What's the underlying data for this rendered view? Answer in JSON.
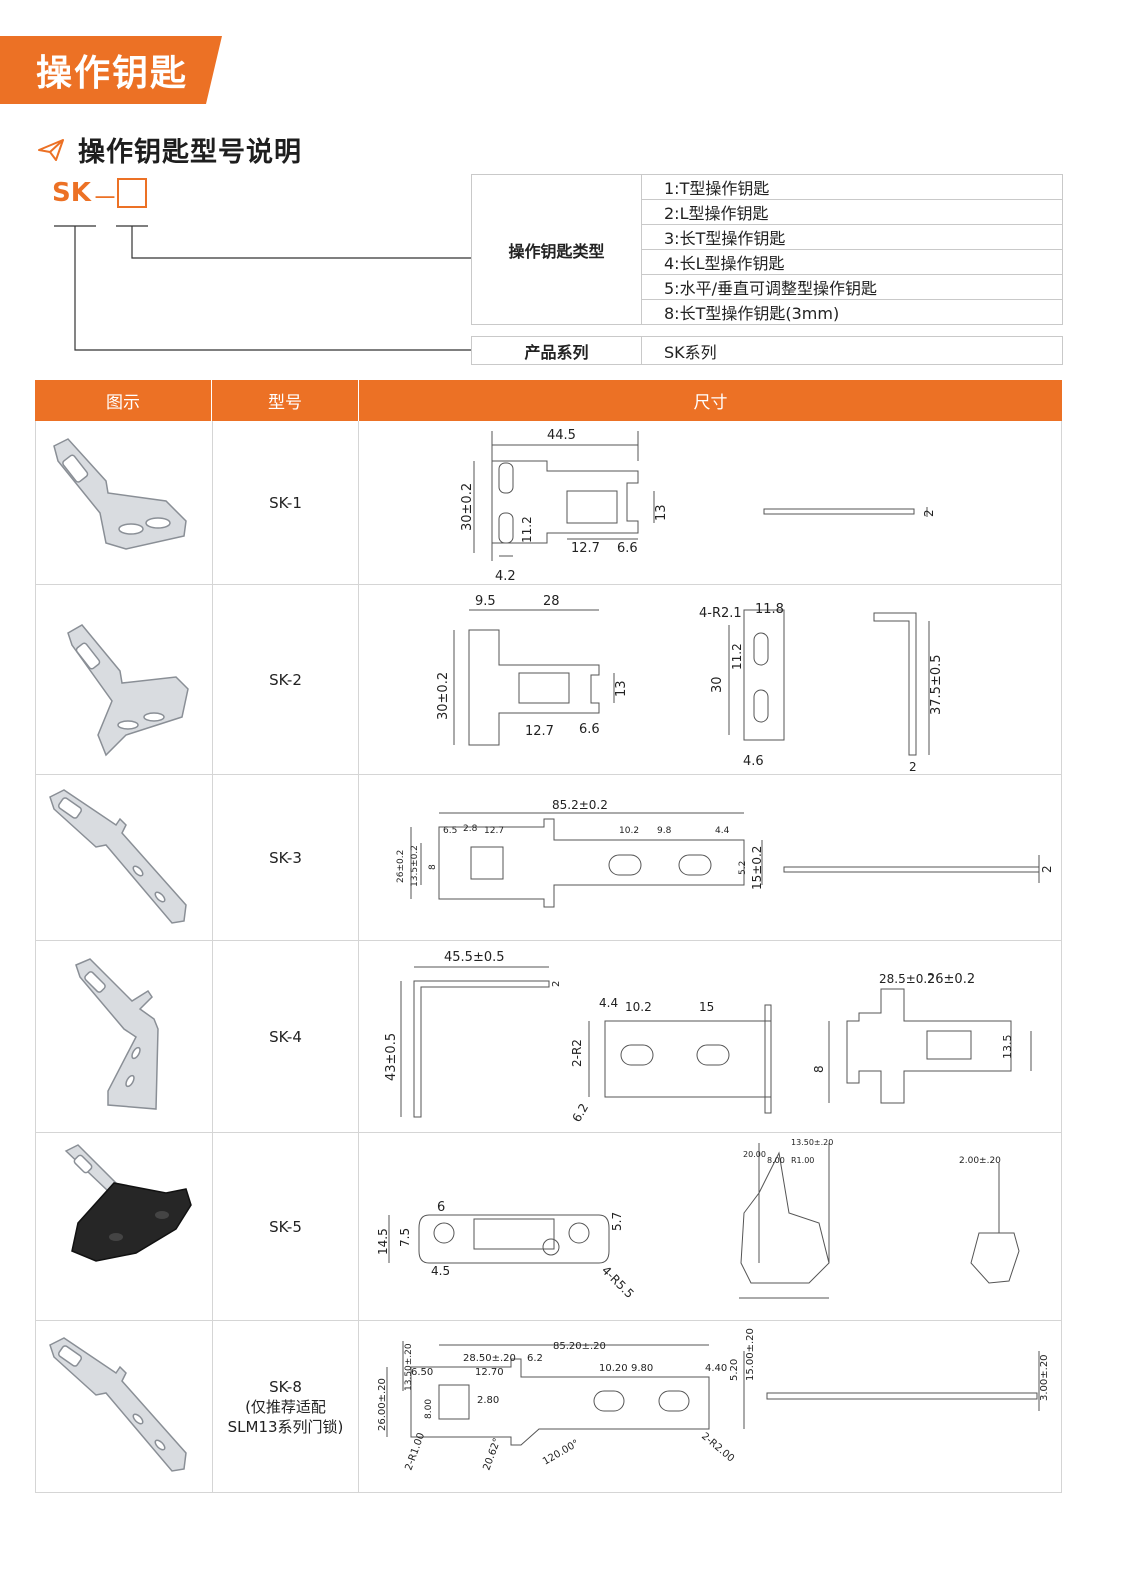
{
  "page_title": "操作钥匙",
  "section_heading": "操作钥匙型号说明",
  "code": {
    "prefix": "SK",
    "dash": "－"
  },
  "explanation": {
    "type_label": "操作钥匙类型",
    "types": [
      "1:T型操作钥匙",
      "2:L型操作钥匙",
      "3:长T型操作钥匙",
      "4:长L型操作钥匙",
      "5:水平/垂直可调整型操作钥匙",
      "8:长T型操作钥匙(3mm)"
    ],
    "series_label": "产品系列",
    "series_value": "SK系列"
  },
  "table": {
    "headers": [
      "图示",
      "型号",
      "尺寸"
    ],
    "rows": [
      {
        "model": "SK-1",
        "note": "",
        "dims": [
          "44.5",
          "30±0.2",
          "11.2",
          "12.7",
          "6.6",
          "13",
          "4.2",
          "2"
        ]
      },
      {
        "model": "SK-2",
        "note": "",
        "dims": [
          "9.5",
          "28",
          "30±0.2",
          "12.7",
          "6.6",
          "13",
          "4-R2.1",
          "11.8",
          "11.2",
          "30",
          "4.6",
          "37.5±0.5",
          "2"
        ]
      },
      {
        "model": "SK-3",
        "note": "",
        "dims": [
          "85.2±0.2",
          "6.5",
          "2.8",
          "12.7",
          "10.2",
          "9.8",
          "4.4",
          "26±0.2",
          "13.5±0.2",
          "8",
          "5.2",
          "15±0.2",
          "2"
        ]
      },
      {
        "model": "SK-4",
        "note": "",
        "dims": [
          "45.5±0.5",
          "43±0.5",
          "2",
          "4.4",
          "10.2",
          "15",
          "2-R2",
          "6.2",
          "28.5±0.2",
          "26±0.2",
          "8",
          "13.5"
        ]
      },
      {
        "model": "SK-5",
        "note": "",
        "dims": [
          "6",
          "14.5",
          "7.5",
          "5.7",
          "4.5",
          "4-R5.5",
          "13.50±.20",
          "20.00",
          "8.00",
          "R1.00",
          "2.00±.20"
        ]
      },
      {
        "model": "SK-8",
        "note": "(仅推荐适配\nSLM13系列门锁)",
        "dims": [
          "13.50±.20",
          "28.50±.20",
          "6.2",
          "85.20±.20",
          "12.70",
          "6.50",
          "10.20",
          "9.80",
          "4.40",
          "5.20",
          "15.00±.20",
          "26.00±.20",
          "8.00",
          "2.80",
          "2-R1.00",
          "20.62°",
          "120.00°",
          "2-R2.00",
          "3.00±.20"
        ]
      }
    ]
  },
  "colors": {
    "accent": "#ec7125",
    "border": "#c9c9c9"
  },
  "icons": [
    "paper-plane-icon"
  ]
}
